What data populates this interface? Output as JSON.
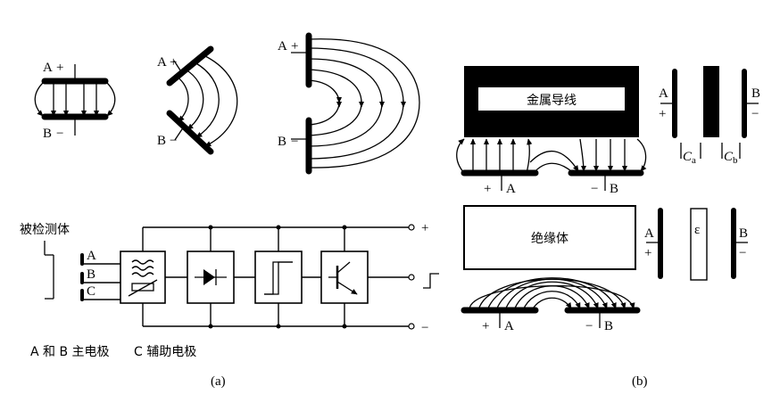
{
  "panel_a": {
    "caption": "(a)",
    "parallel": {
      "top": "A",
      "top_sign": "+",
      "bottom": "B",
      "bottom_sign": "−"
    },
    "angled": {
      "top": "A",
      "top_sign": "+",
      "bottom": "B",
      "bottom_sign": "−"
    },
    "coplanar": {
      "top": "A",
      "top_sign": "+",
      "bottom": "B",
      "bottom_sign": "−"
    },
    "object_label": "被检测体",
    "electrodes": [
      "A",
      "B",
      "C"
    ],
    "output_plus": "+",
    "output_minus": "−",
    "legend_main": "A 和 B 主电极",
    "legend_aux": "C 辅助电极"
  },
  "panel_b": {
    "caption": "(b)",
    "metal_label": "金属导线",
    "insulator_label": "绝缘体",
    "metal_left_sign": "+",
    "metal_left": "A",
    "metal_right_sign": "−",
    "metal_right": "B",
    "ins_left_sign": "+",
    "ins_left": "A",
    "ins_right_sign": "−",
    "ins_right": "B",
    "cap_A": "A",
    "cap_A_sign": "+",
    "cap_B": "B",
    "cap_B_sign": "−",
    "ca_main": "C",
    "ca_sub": "a",
    "cb_main": "C",
    "cb_sub": "b",
    "ins_cap_A": "A",
    "ins_cap_A_sign": "+",
    "ins_cap_B": "B",
    "ins_cap_B_sign": "−",
    "epsilon": "ε"
  }
}
